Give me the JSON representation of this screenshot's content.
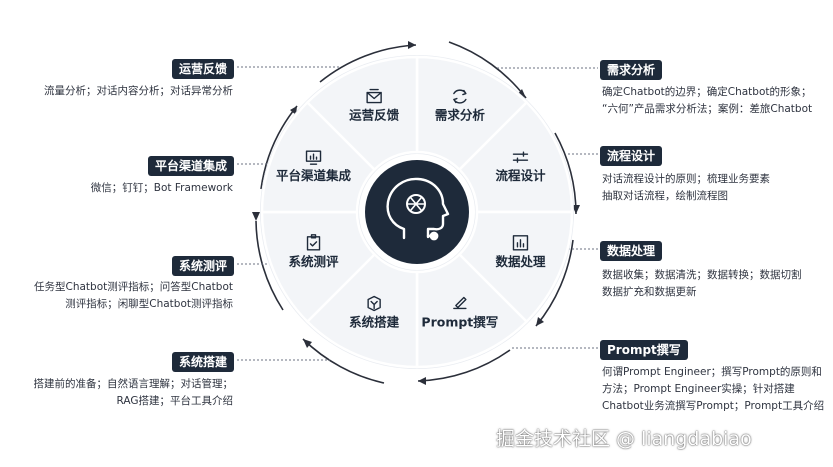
{
  "center_icon": "ai-head-icon",
  "colors": {
    "ring_fill": "#f3f5f8",
    "ring_stroke": "#ffffff",
    "center_fill": "#1e2a3a",
    "label_bg": "#1e2a3a",
    "arrow": "#2b2f3a"
  },
  "segments": [
    {
      "label": "需求分析",
      "icon": "refresh-cycle-icon"
    },
    {
      "label": "流程设计",
      "icon": "flow-sliders-icon"
    },
    {
      "label": "数据处理",
      "icon": "bar-chart-icon"
    },
    {
      "label": "Prompt撰写",
      "icon": "pen-write-icon"
    },
    {
      "label": "系统搭建",
      "icon": "cube-build-icon"
    },
    {
      "label": "系统测评",
      "icon": "clipboard-check-icon"
    },
    {
      "label": "平台渠道集成",
      "icon": "monitor-chart-icon"
    },
    {
      "label": "运营反馈",
      "icon": "mail-feedback-icon"
    }
  ],
  "callouts": {
    "xuqiu": {
      "title": "需求分析",
      "lines": [
        "确定Chatbot的边界；确定Chatbot的形象；",
        "“六何”产品需求分析法；案例：差旅Chatbot"
      ]
    },
    "liucheng": {
      "title": "流程设计",
      "lines": [
        "对话流程设计的原则；梳理业务要素",
        "抽取对话流程，绘制流程图"
      ]
    },
    "shuju": {
      "title": "数据处理",
      "lines": [
        "数据收集；数据清洗；数据转换；数据切割",
        "数据扩充和数据更新"
      ]
    },
    "prompt": {
      "title": "Prompt撰写",
      "lines": [
        "何谓Prompt Engineer；撰写Prompt的原则和",
        "方法；Prompt Engineer实操；针对搭建",
        "Chatbot业务流撰写Prompt；Prompt工具介绍"
      ]
    },
    "yunying": {
      "title": "运营反馈",
      "lines": [
        "流量分析；对话内容分析；对话异常分析"
      ]
    },
    "pingtai": {
      "title": "平台渠道集成",
      "lines": [
        "微信；钉钉；Bot Framework"
      ]
    },
    "ceping": {
      "title": "系统测评",
      "lines": [
        "任务型Chatbot测评指标；问答型Chatbot",
        "测评指标；闲聊型Chatbot测评指标"
      ]
    },
    "dajian": {
      "title": "系统搭建",
      "lines": [
        "搭建前的准备；自然语言理解；对话管理；",
        "RAG搭建；平台工具介绍"
      ]
    }
  },
  "watermark": "掘金技术社区 @ liangdabiao"
}
